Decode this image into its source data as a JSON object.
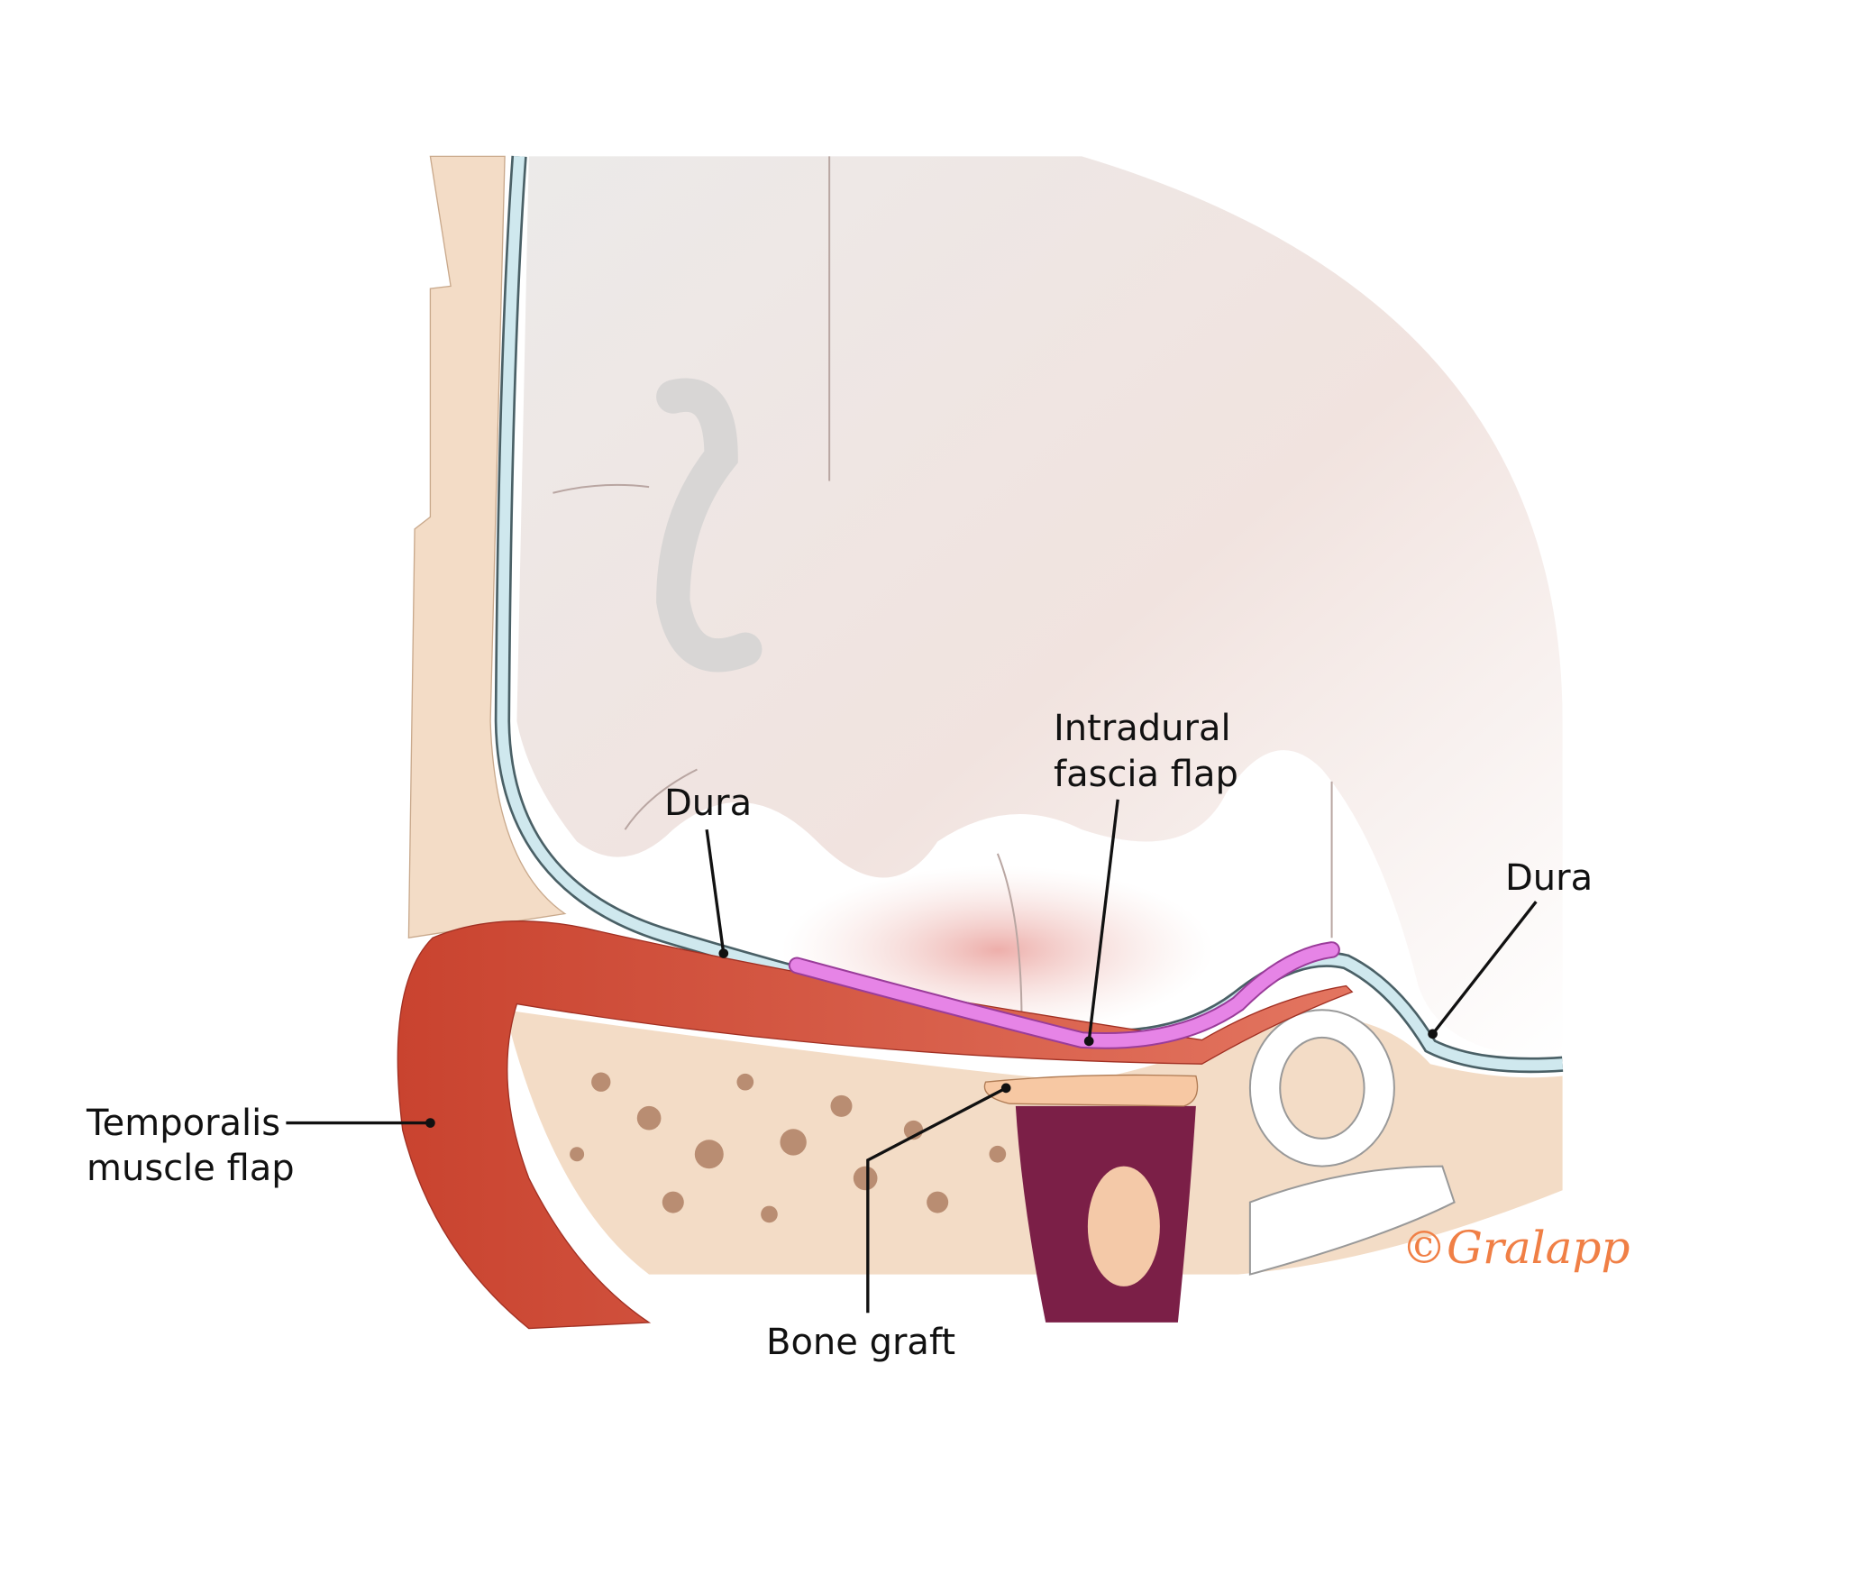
{
  "labels": {
    "dura_left": "Dura",
    "intradural_line1": "Intradural",
    "intradural_line2": "fascia flap",
    "dura_right": "Dura",
    "temporalis_line1": "Temporalis",
    "temporalis_line2": "muscle flap",
    "bone_graft": "Bone graft"
  },
  "signature": "©Gralapp",
  "colors": {
    "bone": "#f3dcc6",
    "dura": "#cfe8ee",
    "muscle": "#d9533f",
    "fascia": "#e684e6",
    "cavity": "#7b1f47",
    "signature": "#f07f45"
  }
}
